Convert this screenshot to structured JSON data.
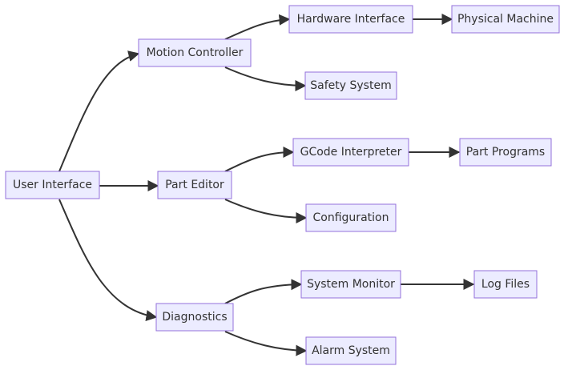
{
  "diagram": {
    "type": "flowchart",
    "direction": "LR",
    "colors": {
      "node_fill": "#ECECFF",
      "node_border": "#9370DB",
      "edge": "#333333",
      "text": "#333333"
    },
    "nodes": [
      {
        "id": "user_interface",
        "label": "User Interface"
      },
      {
        "id": "motion_controller",
        "label": "Motion Controller"
      },
      {
        "id": "part_editor",
        "label": "Part Editor"
      },
      {
        "id": "diagnostics",
        "label": "Diagnostics"
      },
      {
        "id": "hardware_interface",
        "label": "Hardware Interface"
      },
      {
        "id": "safety_system",
        "label": "Safety System"
      },
      {
        "id": "physical_machine",
        "label": "Physical Machine"
      },
      {
        "id": "gcode_interpreter",
        "label": "GCode Interpreter"
      },
      {
        "id": "configuration",
        "label": "Configuration"
      },
      {
        "id": "part_programs",
        "label": "Part Programs"
      },
      {
        "id": "system_monitor",
        "label": "System Monitor"
      },
      {
        "id": "alarm_system",
        "label": "Alarm System"
      },
      {
        "id": "log_files",
        "label": "Log Files"
      }
    ],
    "edges": [
      {
        "from": "user_interface",
        "to": "motion_controller"
      },
      {
        "from": "user_interface",
        "to": "part_editor"
      },
      {
        "from": "user_interface",
        "to": "diagnostics"
      },
      {
        "from": "motion_controller",
        "to": "hardware_interface"
      },
      {
        "from": "motion_controller",
        "to": "safety_system"
      },
      {
        "from": "hardware_interface",
        "to": "physical_machine"
      },
      {
        "from": "part_editor",
        "to": "gcode_interpreter"
      },
      {
        "from": "part_editor",
        "to": "configuration"
      },
      {
        "from": "gcode_interpreter",
        "to": "part_programs"
      },
      {
        "from": "diagnostics",
        "to": "system_monitor"
      },
      {
        "from": "diagnostics",
        "to": "alarm_system"
      },
      {
        "from": "system_monitor",
        "to": "log_files"
      }
    ]
  }
}
